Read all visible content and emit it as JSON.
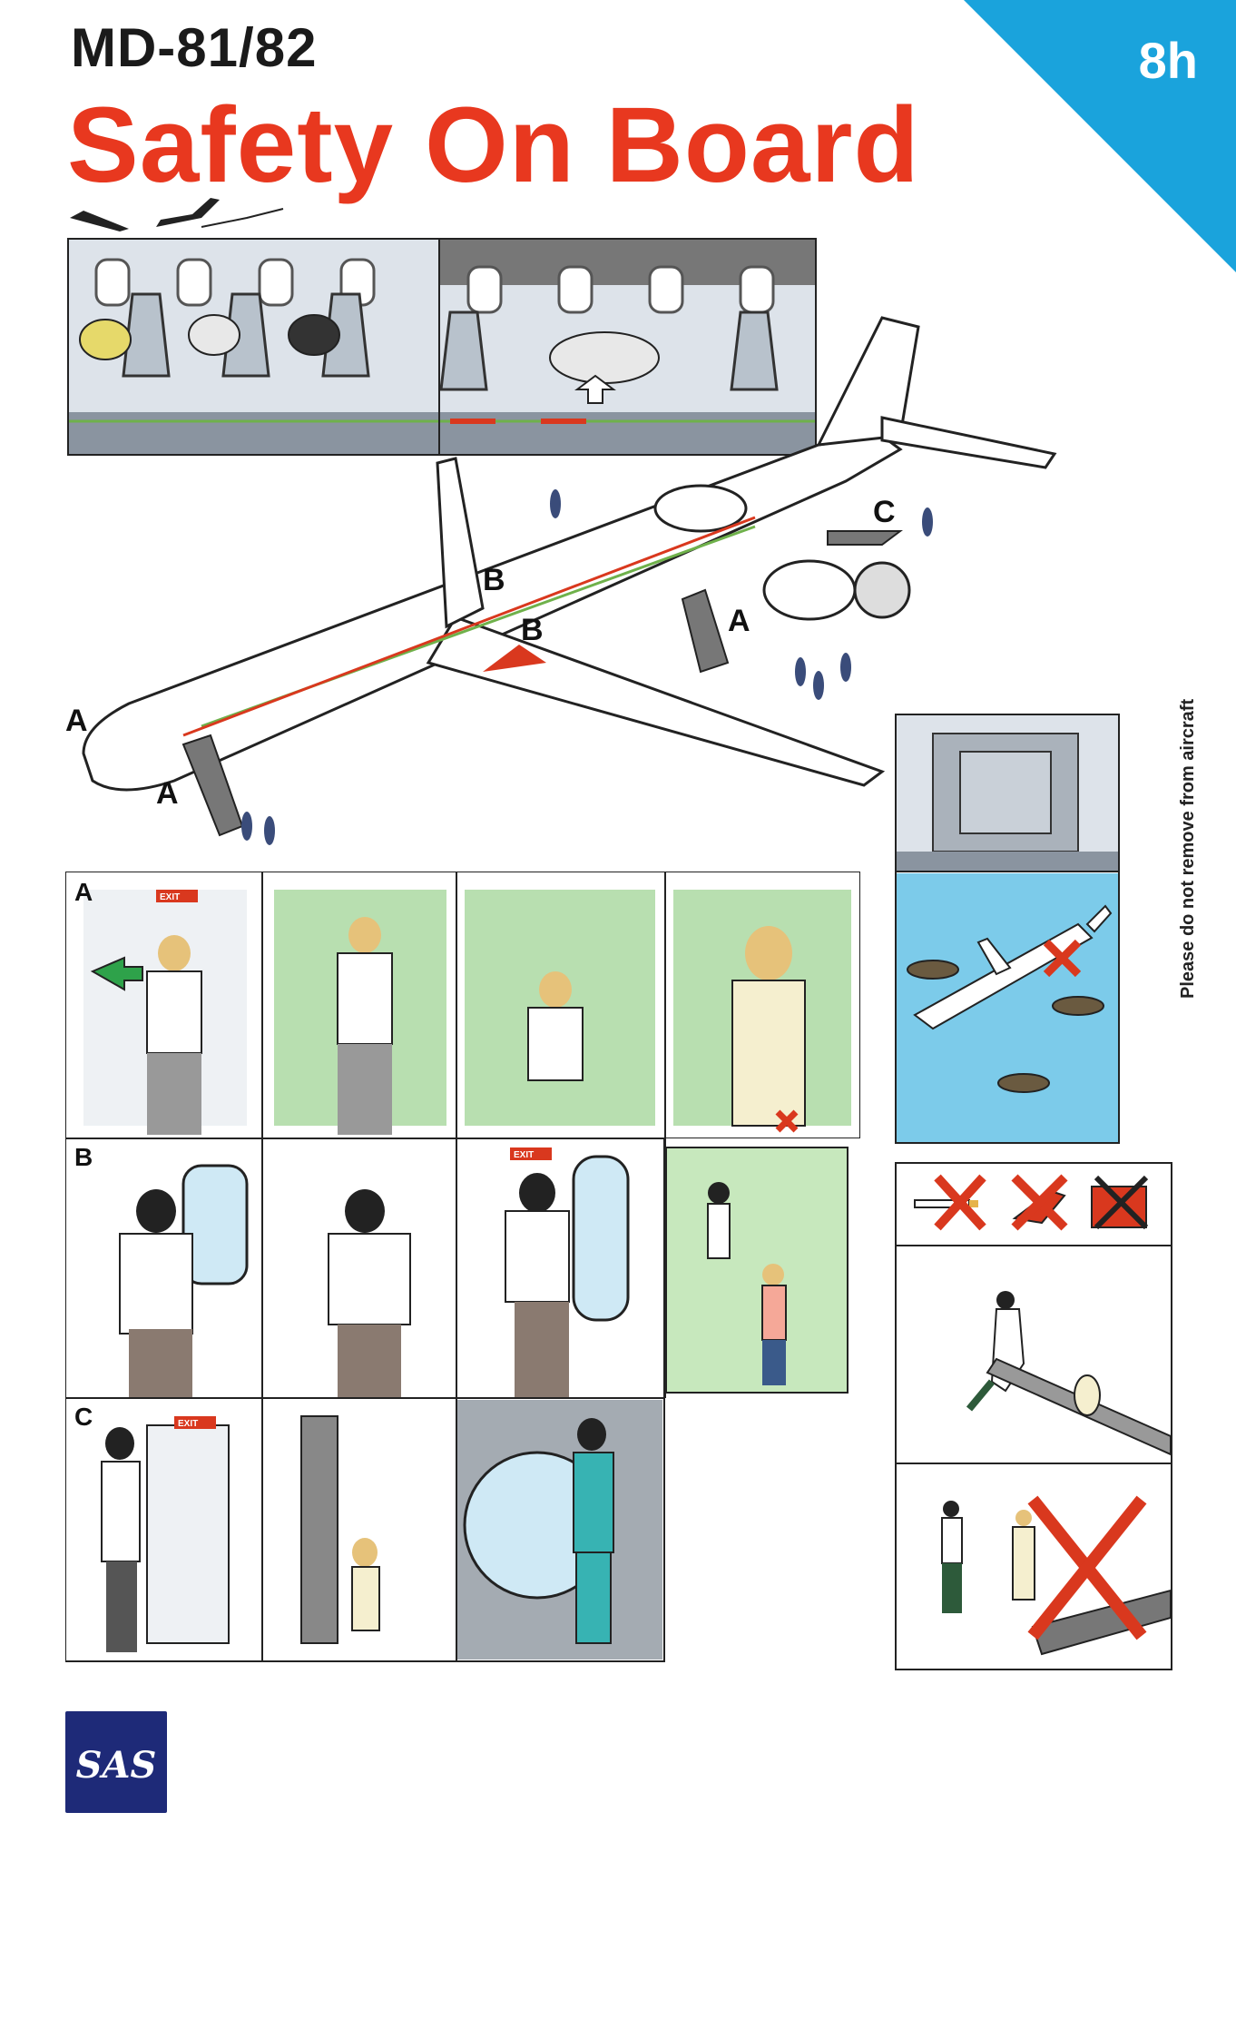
{
  "header": {
    "model": "MD-81/82",
    "title": "Safety On Board",
    "card_code": "8h"
  },
  "side_notice": "Please do not remove from aircraft",
  "exit_labels": {
    "a": "A",
    "b": "B",
    "c": "C"
  },
  "sign_text": "EXIT",
  "brand": {
    "logo_text": "SAS",
    "colors": {
      "title_red": "#e8381f",
      "corner_blue": "#1aa3dc",
      "logo_blue": "#1e2a78",
      "route_red": "#d9381e",
      "route_green": "#6fb14b",
      "water_blue": "#7ccbea"
    }
  },
  "icons": {
    "no_smoking": "no-smoking-icon",
    "no_high_heels": "no-high-heels-icon",
    "no_luggage": "no-luggage-icon"
  }
}
